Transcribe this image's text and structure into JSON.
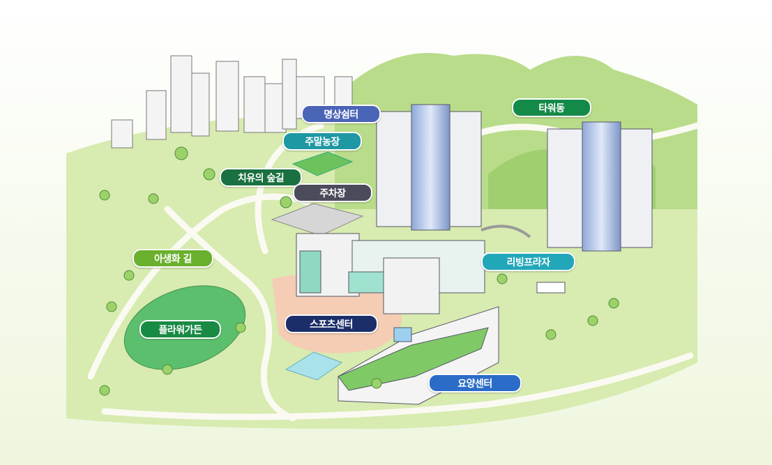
{
  "labels": {
    "meditation": {
      "text": "명상쉼터",
      "color": "#4a64b8"
    },
    "farm": {
      "text": "주말농장",
      "color": "#1e98a2"
    },
    "forest": {
      "text": "치유의 숲길",
      "color": "#1a7040"
    },
    "parking": {
      "text": "주차장",
      "color": "#4b4b5c"
    },
    "tower": {
      "text": "타워동",
      "color": "#148a48"
    },
    "wildflower": {
      "text": "아생화 길",
      "color": "#6ab02e"
    },
    "living": {
      "text": "리빙프라자",
      "color": "#22a7b8"
    },
    "flower": {
      "text": "플라워가든",
      "color": "#198a44"
    },
    "sports": {
      "text": "스포츠센터",
      "color": "#1b2e6a"
    },
    "care": {
      "text": "요양센터",
      "color": "#2a6cc8"
    }
  }
}
